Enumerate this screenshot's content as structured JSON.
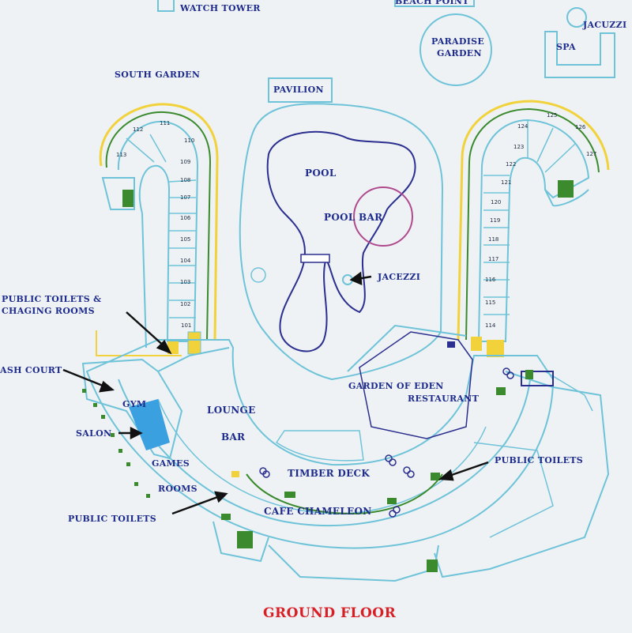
{
  "map": {
    "title": "GROUND FLOOR",
    "labels": {
      "watch_tower": "WATCH TOWER",
      "beach_point": "BEACH POINT",
      "jacuzzi_top": "JACUZZI",
      "spa": "SPA",
      "paradise_garden_1": "PARADISE",
      "paradise_garden_2": "GARDEN",
      "south_garden": "SOUTH GARDEN",
      "pavilion": "PAVILION",
      "pool": "POOL",
      "pool_bar": "POOL BAR",
      "jacuzzi_pool": "JACEZZI",
      "public_toilets_changing_1": "PUBLIC TOILETS &",
      "public_toilets_changing_2": "CHAGING ROOMS",
      "squash_court": "ASH COURT",
      "gym": "GYM",
      "salon": "SALON",
      "lounge": "LOUNGE",
      "bar": "BAR",
      "games": "GAMES",
      "rooms": "ROOMS",
      "public_toilets_left": "PUBLIC TOILETS",
      "timber_deck": "TIMBER DECK",
      "cafe_chameleon": "CAFE CHAMELEON",
      "garden_of_eden": "GARDEN OF EDEN",
      "restaurant": "RESTAURANT",
      "public_toilets_right": "PUBLIC TOILETS"
    },
    "left_wing_rooms": [
      "101",
      "102",
      "103",
      "104",
      "105",
      "106",
      "107",
      "108",
      "109",
      "110",
      "111",
      "112",
      "113"
    ],
    "right_wing_rooms": [
      "114",
      "115",
      "116",
      "117",
      "118",
      "119",
      "120",
      "121",
      "122",
      "123",
      "124",
      "125",
      "126",
      "127"
    ],
    "colors": {
      "label": "#1d2b8c",
      "title": "#d81f26",
      "walls": "#6ec3d9",
      "pool_outline": "#2b2f8f",
      "pool_bar_circle": "#b04a8f",
      "yellow_wall": "#f1d23a",
      "green_wall": "#3b8a2e",
      "salon_fill": "#3aa0e0"
    }
  }
}
